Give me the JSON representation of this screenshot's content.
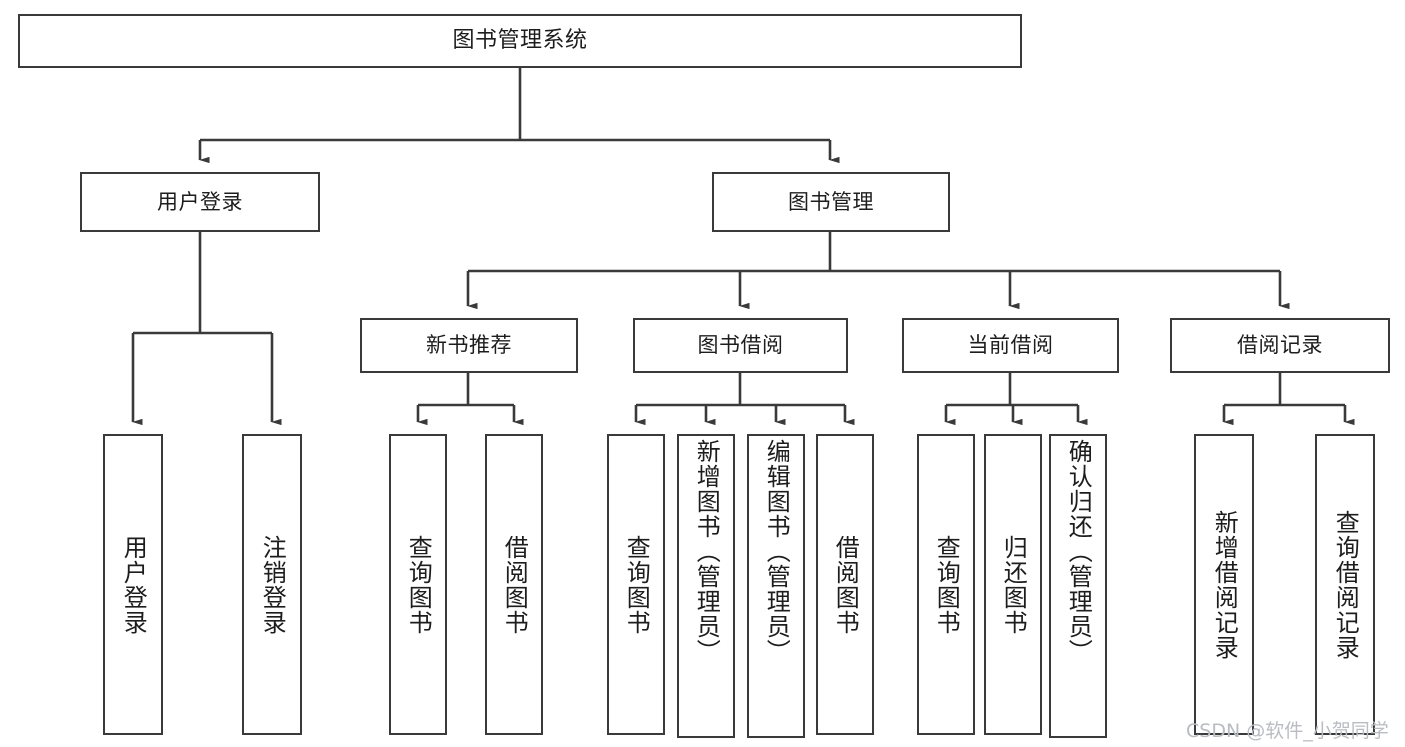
{
  "diagram": {
    "title": "图书管理系统",
    "type": "tree",
    "root": {
      "label": "图书管理系统"
    },
    "level2": [
      {
        "label": "用户登录"
      },
      {
        "label": "图书管理"
      }
    ],
    "level3": [
      {
        "label": "新书推荐"
      },
      {
        "label": "图书借阅"
      },
      {
        "label": "当前借阅"
      },
      {
        "label": "借阅记录"
      }
    ],
    "leaves": {
      "user_login": [
        {
          "label": "用户登录"
        },
        {
          "label": "注销登录"
        }
      ],
      "new_book_recommend": [
        {
          "label": "查询图书"
        },
        {
          "label": "借阅图书"
        }
      ],
      "book_borrow": [
        {
          "label": "查询图书"
        },
        {
          "label": "新增图书（管理员）"
        },
        {
          "label": "编辑图书（管理员）"
        },
        {
          "label": "借阅图书"
        }
      ],
      "current_borrow": [
        {
          "label": "查询图书"
        },
        {
          "label": "归还图书"
        },
        {
          "label": "确认归还（管理员）"
        }
      ],
      "borrow_record": [
        {
          "label": "新增借阅记录"
        },
        {
          "label": "查询借阅记录"
        }
      ]
    }
  },
  "watermark": {
    "text": "CSDN @软件_小贺同学"
  },
  "colors": {
    "stroke": "#3a3a3a",
    "fill": "#ffffff",
    "text": "#1d1d1d",
    "watermark": "#b9bcc2"
  }
}
